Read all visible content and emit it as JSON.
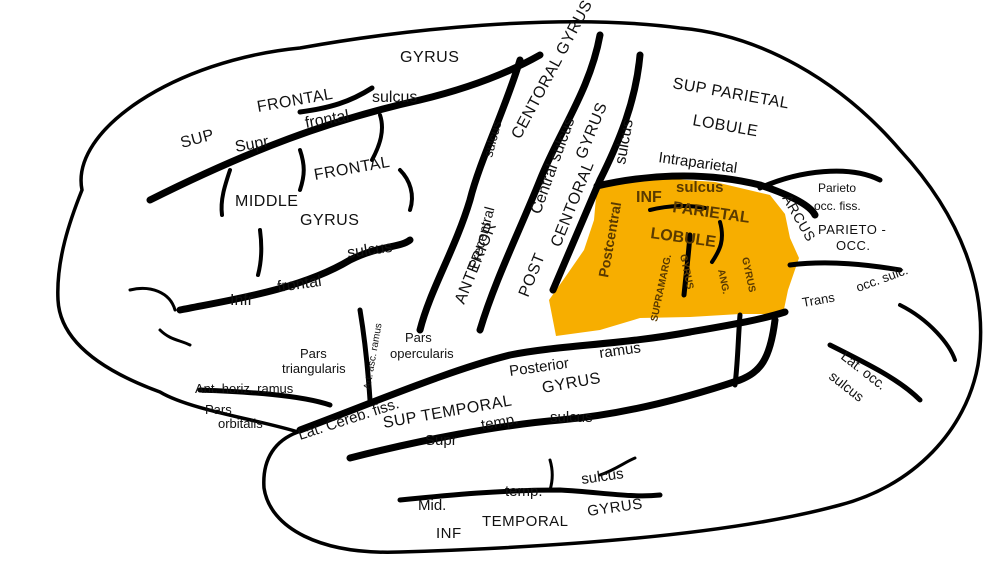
{
  "colors": {
    "background": "#ffffff",
    "outline": "#000000",
    "highlight": "#F7AE00",
    "text": "#111111",
    "highlight_text": "#5a3a00"
  },
  "highlight_region": "inferior parietal lobule",
  "labels": {
    "gyrus_top": "GYRUS",
    "sup": "SUP",
    "frontal_top": "FRONTAL",
    "sulcus_sup": "sulcus",
    "supr": "Supr",
    "frontal_lower": "frontal",
    "middle": "MIDDLE",
    "frontal_mid": "FRONTAL",
    "gyrus_mid": "GYRUS",
    "infr": "Infr",
    "frontal_infr": "frontal",
    "sulcus_infr": "sulcus",
    "sulcus_small": "sulcus",
    "central_gyrus": "CENTORAL GYRUS",
    "central_sulcus": "Central sulcus",
    "precentral": "Precentral",
    "anterior": "ANTERIOR",
    "post": "POST",
    "centoral": "CENTORAL",
    "gyrus_post": "GYRUS",
    "sulcus_post": "sulcus",
    "sup_parietal": "SUP PARIETAL",
    "lobule_top": "LOBULE",
    "intraparietal": "Intraparietal",
    "sulcus_ip": "sulcus",
    "inf": "INF",
    "parietal": "PARIETAL",
    "lobule": "LOBULE",
    "postcentral": "Postcentral",
    "supramarg": "SUPRAMARG.",
    "gyrus_v1": "GYRUS",
    "ang": "ANG.",
    "gyrus_v2": "GYRUS",
    "arcus": "ARCUS",
    "parieto_small": "Parieto",
    "occ_fiss": "occ. fiss.",
    "parieto_occ": "PARIETO -",
    "occ": "OCC.",
    "trans": "Trans",
    "occ_sulc": "occ. sulc.",
    "lat_occ": "Lat. occ.",
    "sulcus_lat_occ": "sulcus",
    "pars_tri_1": "Pars",
    "pars_tri_2": "triangularis",
    "art_asc_ramus": "Art. asc. ramus",
    "pars_op_1": "Pars",
    "pars_op_2": "opercularis",
    "ant_horiz": "Ant. horiz. ramus",
    "pars_orb_1": "Pars",
    "pars_orb_2": "orbitalis",
    "posterior": "Posterior",
    "ramus": "ramus",
    "lat_cereb": "Lat. Cereb. fiss.",
    "sup_temporal": "SUP TEMPORAL",
    "gyrus_temporal": "GYRUS",
    "supr_t": "Supr",
    "temp": "temp.",
    "sulcus_temp": "sulcus",
    "mid": "Mid.",
    "temp2": "temp.",
    "sulcus_mid": "sulcus",
    "inf_temporal": "INF",
    "temporal": "TEMPORAL",
    "gyrus_inf": "GYRUS"
  }
}
